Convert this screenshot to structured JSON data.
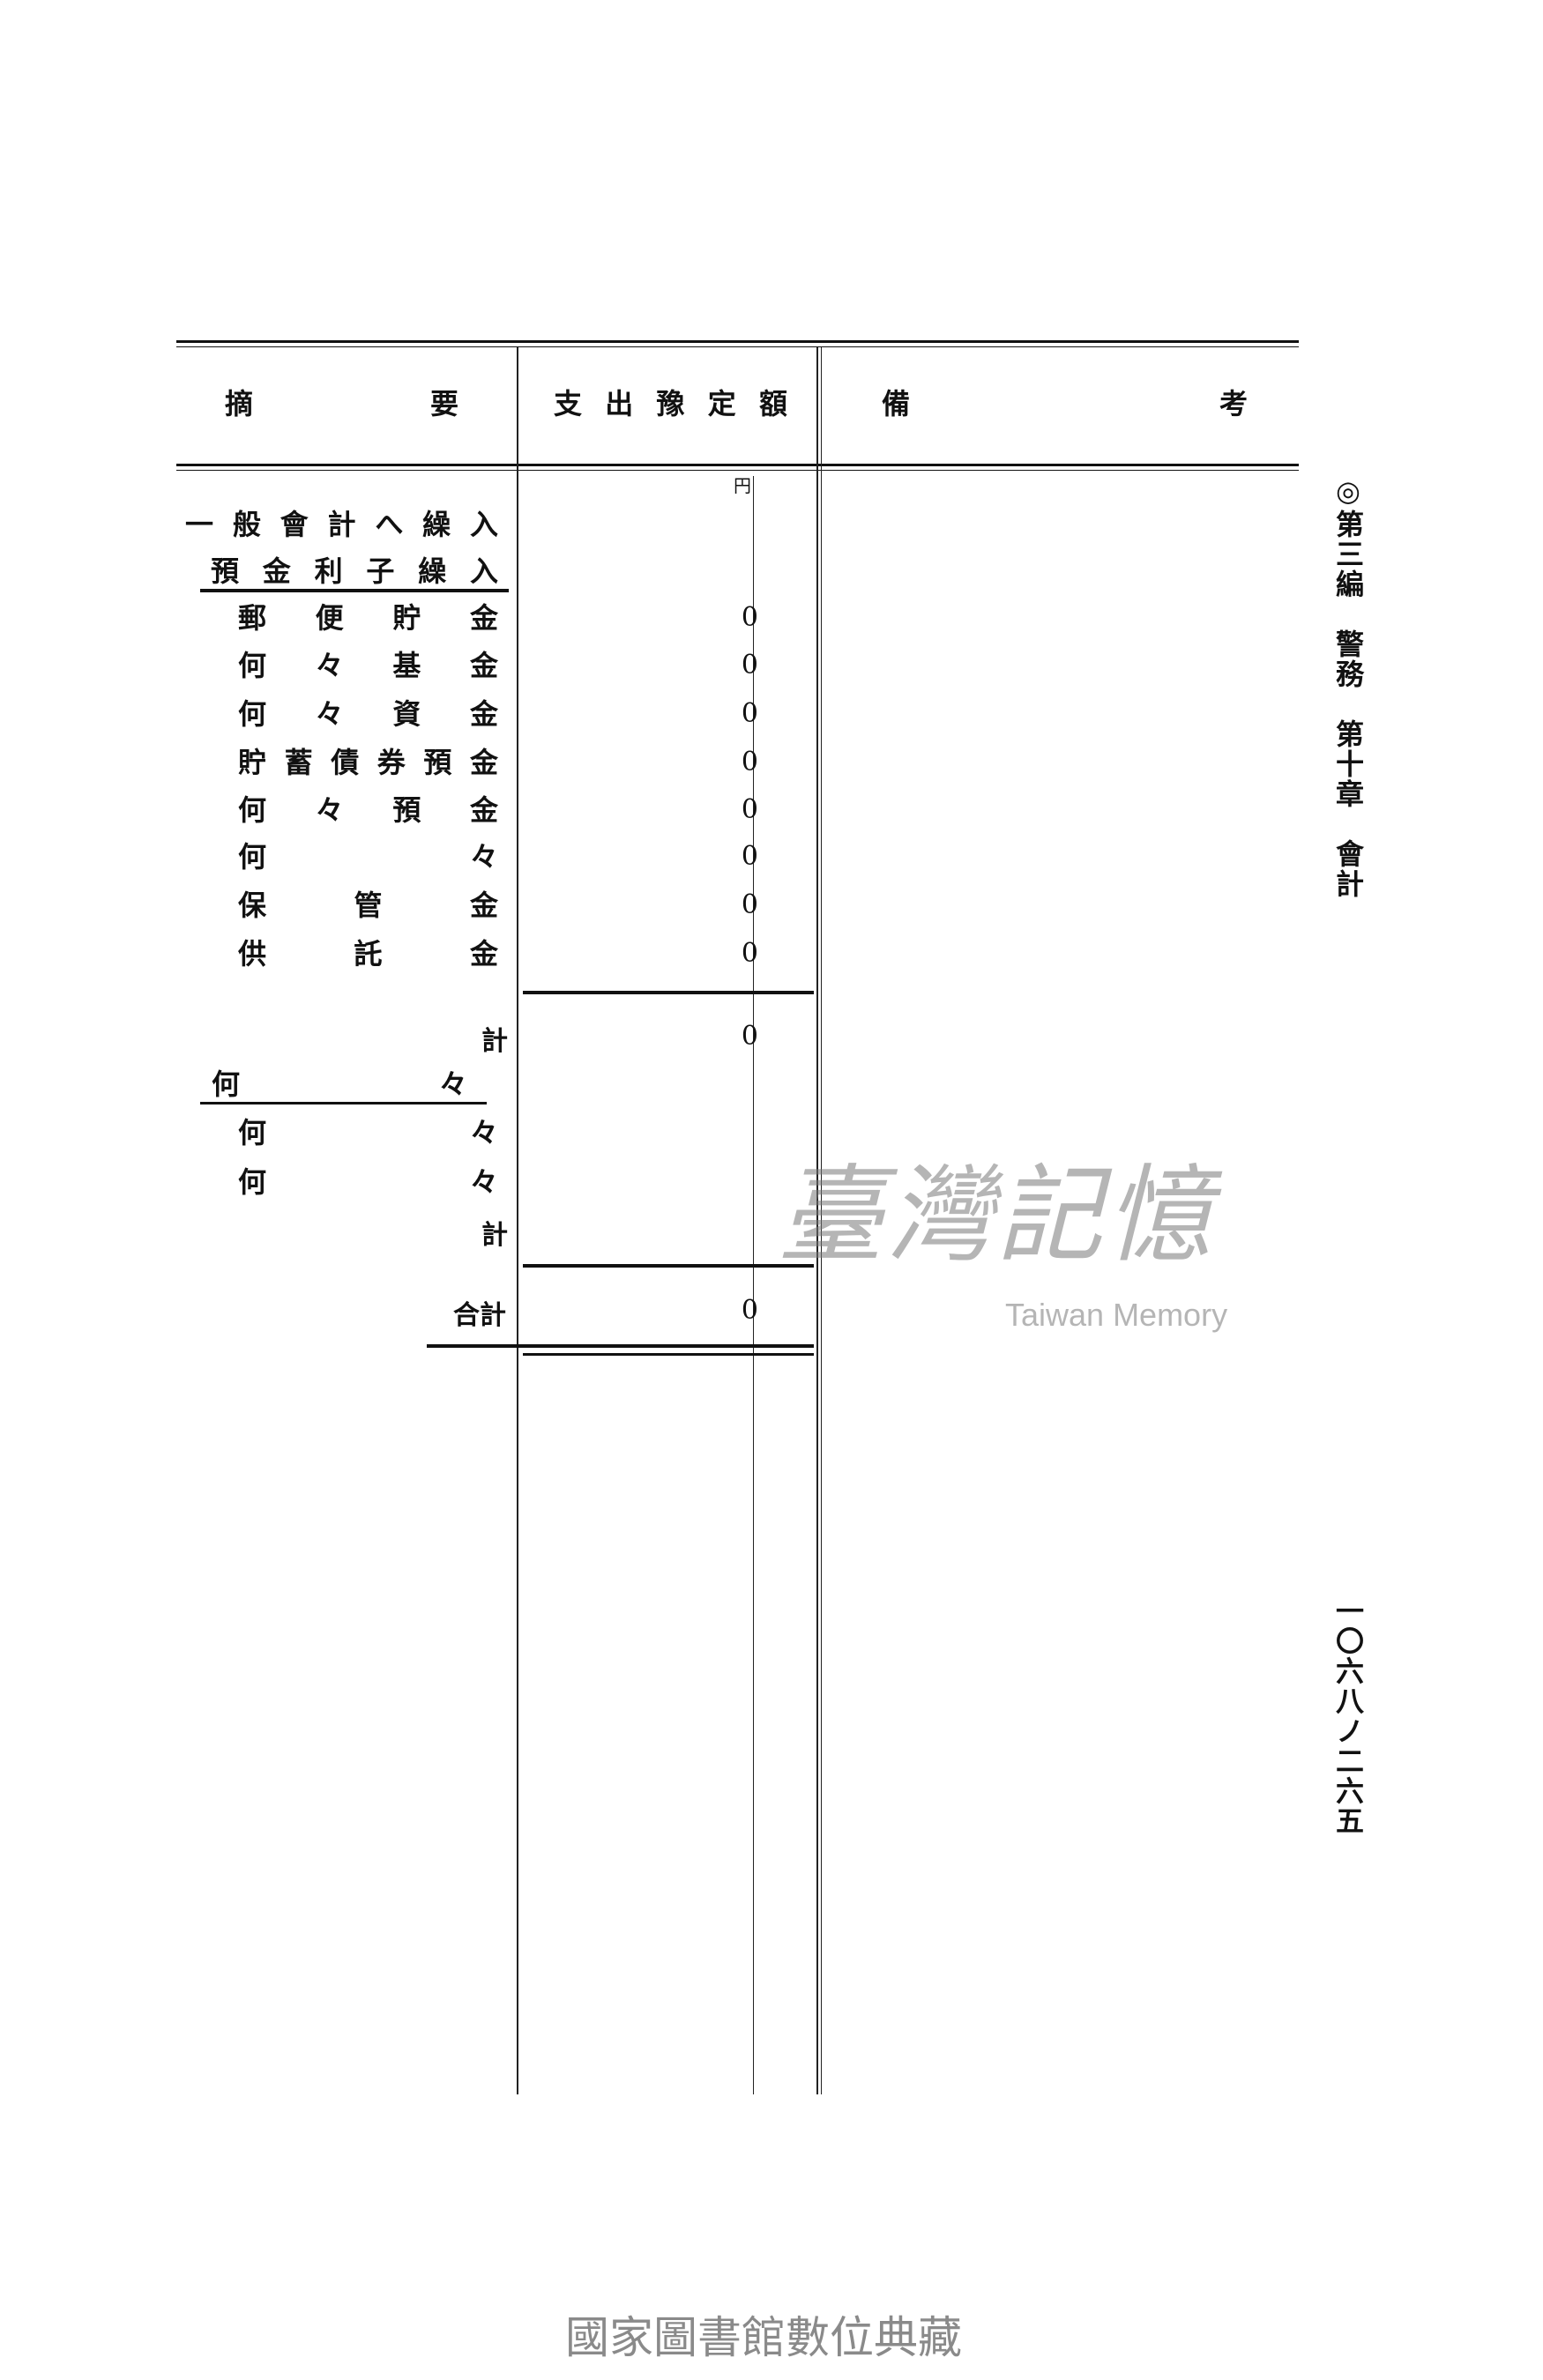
{
  "table": {
    "headers": {
      "summary": "摘 要",
      "budget": "支 出 豫 定 額",
      "remarks": "備 考"
    },
    "unit": "円",
    "section_title": "一 般 會 計 へ 繰 入",
    "group1": {
      "title": "預 金 利 子 繰 入",
      "rows": [
        {
          "label": "郵 便 貯 金",
          "value": "0"
        },
        {
          "label": "何 々 基 金",
          "value": "0"
        },
        {
          "label": "何 々 資 金",
          "value": "0"
        },
        {
          "label": "貯 蓄 債 券 預 金",
          "value": "0"
        },
        {
          "label": "何 々 預 金",
          "value": "0"
        },
        {
          "label": "何 々",
          "value": "0"
        },
        {
          "label": "保 管 金",
          "value": "0"
        },
        {
          "label": "供 託 金",
          "value": "0"
        }
      ],
      "subtotal_label": "計",
      "subtotal_value": "0"
    },
    "group2": {
      "title": "何 々",
      "rows": [
        {
          "label": "何 々"
        },
        {
          "label": "何 々"
        }
      ],
      "subtotal_label": "計"
    },
    "total_label": "合計",
    "total_value": "0"
  },
  "margin": {
    "chapter": "◎第三編　警務　第十章　會計",
    "page_number": "一〇六八ノ二六五"
  },
  "watermark": {
    "cjk": "臺灣記憶",
    "latin": "Taiwan Memory"
  },
  "footer": "國家圖書館數位典藏"
}
